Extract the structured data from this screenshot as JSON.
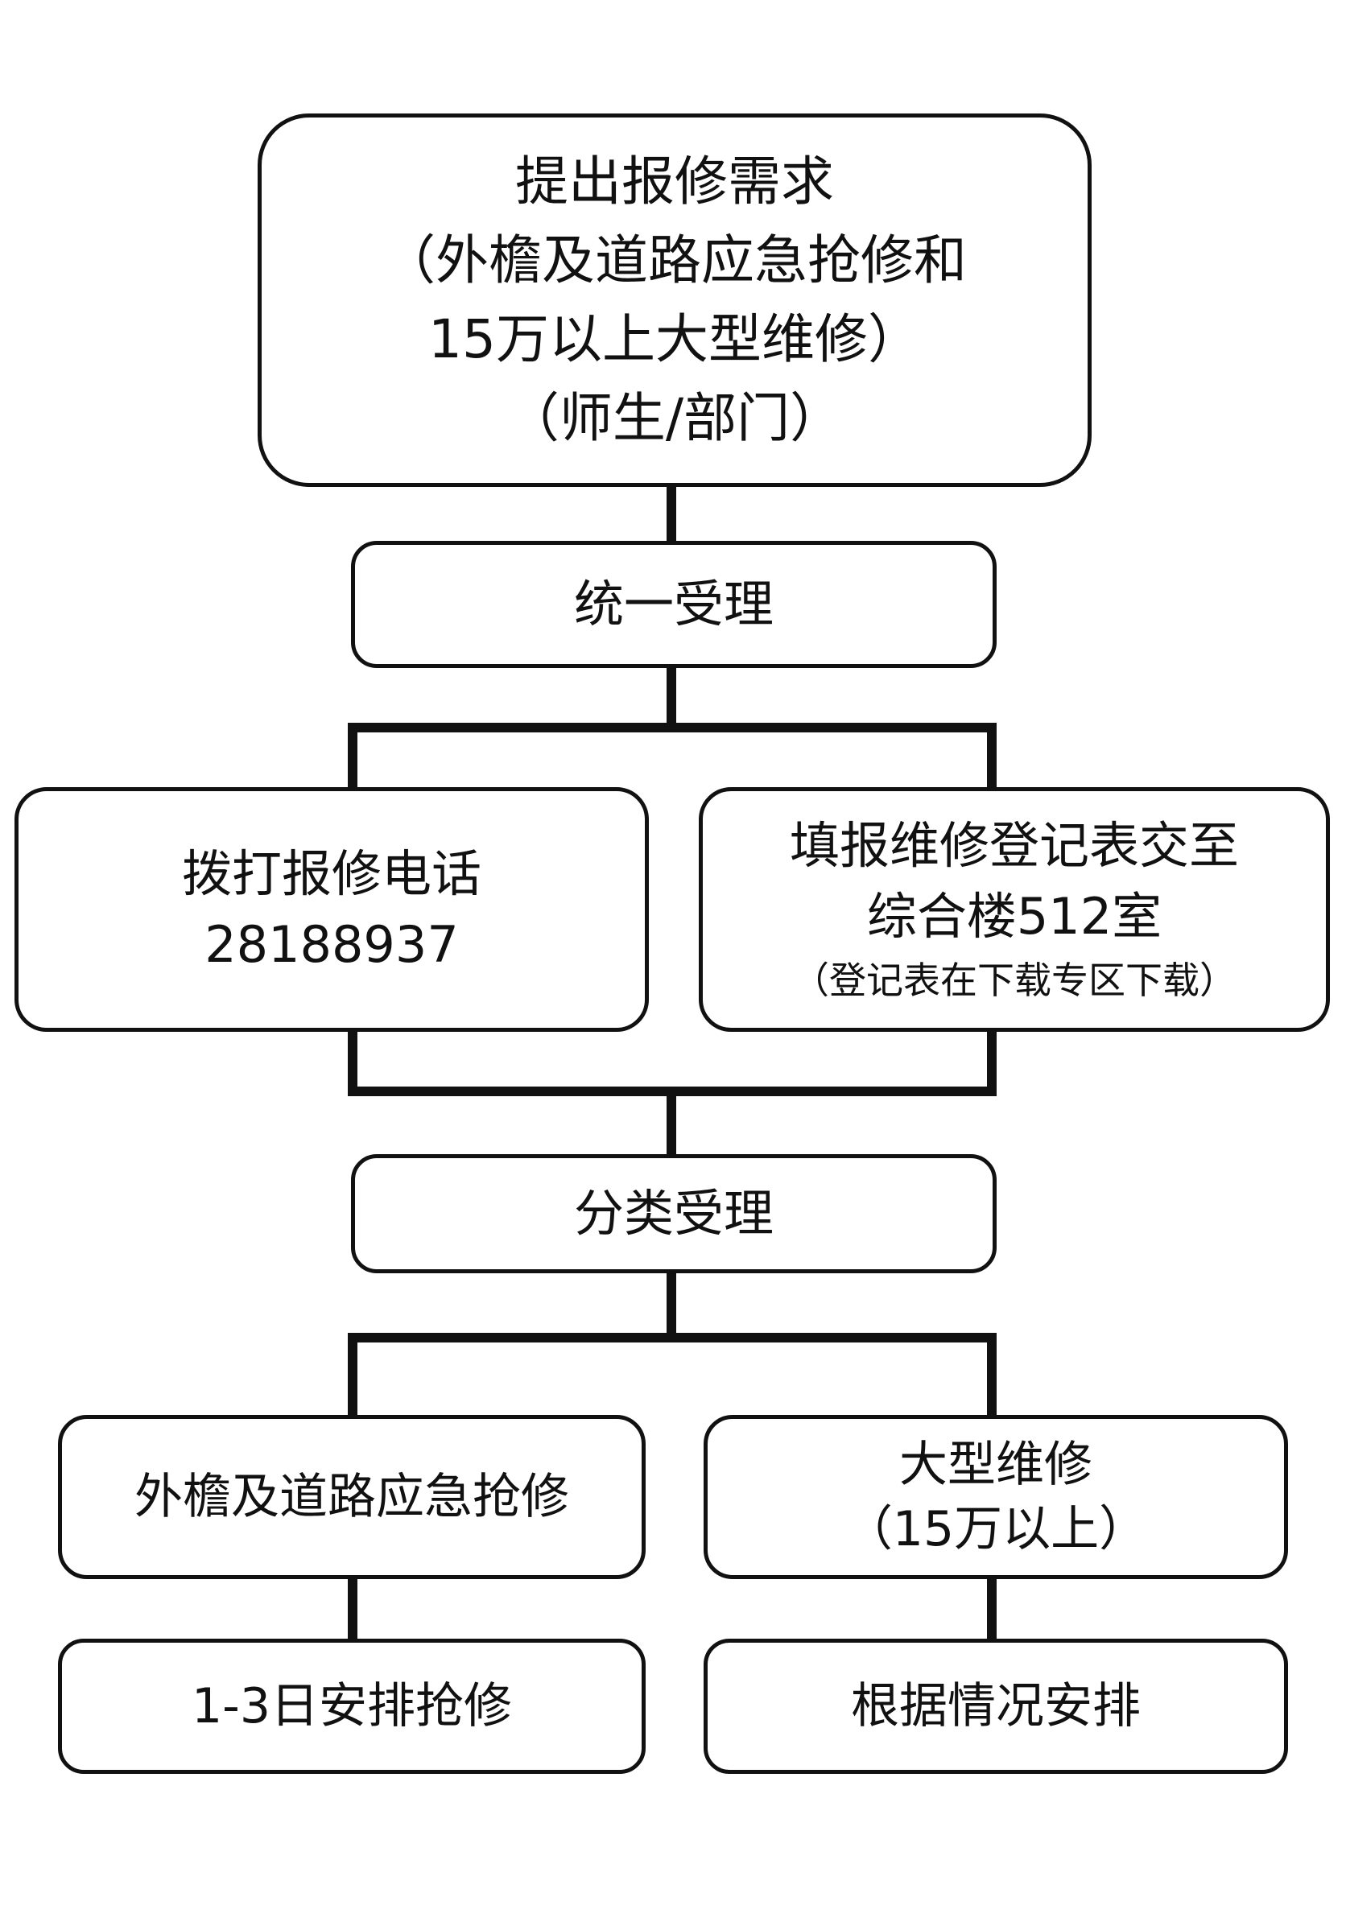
{
  "flow": {
    "request": {
      "lines": [
        "提出报修需求",
        "（外檐及道路应急抢修和",
        "15万以上大型维修）",
        "（师生/部门）"
      ]
    },
    "unified_intake": {
      "label": "统一受理"
    },
    "phone": {
      "lines": [
        "拨打报修电话",
        "28188937"
      ]
    },
    "form": {
      "lines": [
        "填报维修登记表交至",
        "综合楼512室"
      ],
      "note": "（登记表在下载专区下载）"
    },
    "classified_intake": {
      "label": "分类受理"
    },
    "emergency": {
      "label": "外檐及道路应急抢修"
    },
    "major": {
      "lines": [
        "大型维修",
        "（15万以上）"
      ]
    },
    "emergency_schedule": {
      "label": "1-3日安排抢修"
    },
    "major_schedule": {
      "label": "根据情况安排"
    }
  }
}
